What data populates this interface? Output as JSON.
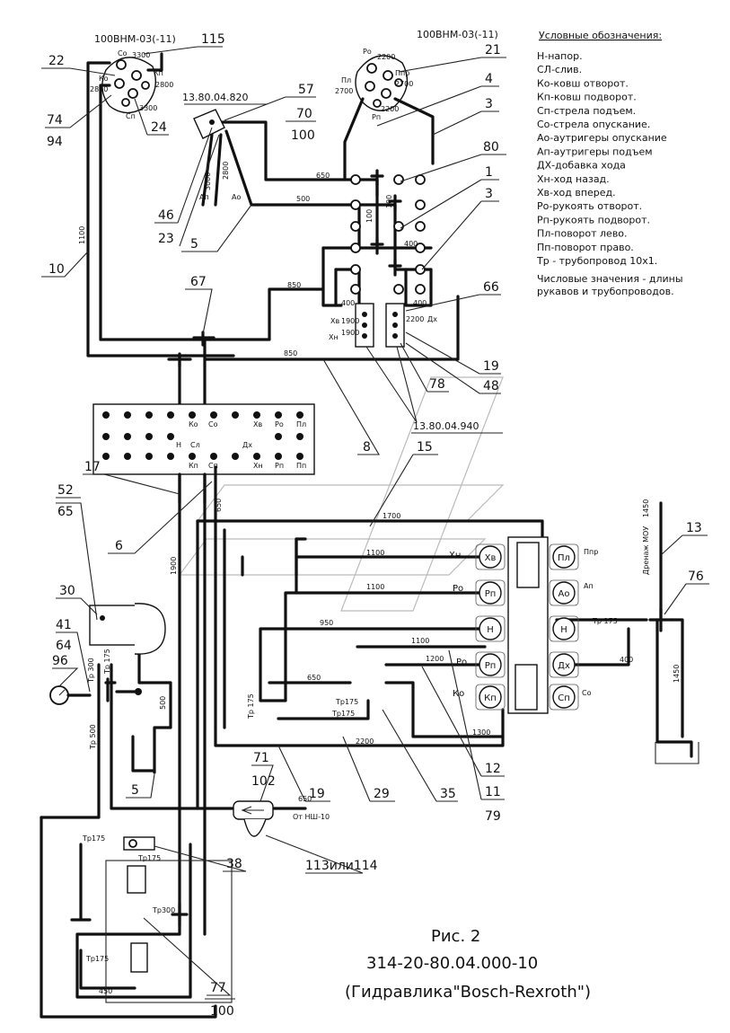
{
  "legend": {
    "title": "Условные обозначения:",
    "items": [
      "Н-напор.",
      "СЛ-слив.",
      "Ко-ковш отворот.",
      "Кп-ковш подворот.",
      "Сп-стрела подъем.",
      "Со-стрела опускание.",
      "Ао-аутригеры опускание",
      "Ап-аутригеры подъем",
      "ДХ-добавка хода",
      "Хн-ход назад.",
      "Хв-ход вперед.",
      "Ро-рукоять отворот.",
      "Рп-рукоять подворот.",
      "Пл-поворот лево.",
      "Пп-поворот право.",
      "Тр - трубопровод 10х1."
    ],
    "note": [
      "Числовые значения - длины",
      "рукавов и трубопроводов."
    ]
  },
  "caption": {
    "fig": "Рис. 2",
    "code": "314-20-80.04.000-10",
    "desc": "(Гидравлика\"Bosch-Rexroth\")"
  },
  "joysticks": {
    "left": {
      "title": "100ВНМ-03(-11)",
      "ports": [
        "Со",
        "3300",
        "Кп",
        "2800",
        "Ко",
        "2800",
        "Сп",
        "3300"
      ]
    },
    "right": {
      "title": "100ВНМ-03(-11)",
      "ports": [
        "Ро",
        "2200",
        "Ппр",
        "2700",
        "Пл",
        "2700",
        "Рп",
        "2200"
      ]
    }
  },
  "valve_label": "13.80.04.820",
  "valve_ports": [
    "Ап",
    "Ао",
    "3000",
    "2800"
  ],
  "block_label": "13.80.04.940",
  "block_ports": [
    "Хв",
    "1900",
    "Хн",
    "1900",
    "2200",
    "Дх"
  ],
  "panel": {
    "row1": [
      "Ко",
      "Со",
      "Хв",
      "Ро",
      "Пл"
    ],
    "row2": [
      "Н",
      "Сл",
      "Дх"
    ],
    "row3": [
      "Кп",
      "Сп",
      "Хн",
      "Рп",
      "Пп"
    ]
  },
  "distributor": {
    "left": [
      "Хн",
      "Хв",
      "Ро",
      "Рп",
      "Н",
      "Ро",
      "Рп",
      "Ко",
      "Кп"
    ],
    "circles_left": [
      "Хв",
      "Рп",
      "Н",
      "Рп",
      "Кп"
    ],
    "circles_right": [
      "Пл",
      "Ао",
      "Н",
      "Дх",
      "Сп"
    ],
    "right_labels": [
      "Ппр",
      "Ап",
      "Тр 175",
      "400",
      "Со"
    ]
  },
  "drain": {
    "label": "Дренаж МОУ",
    "len": "1450"
  },
  "filter_label": "От НШ-10",
  "lengths": [
    "650",
    "500",
    "100",
    "100",
    "400",
    "850",
    "400",
    "400",
    "850",
    "1100",
    "1900",
    "650",
    "1700",
    "1100",
    "1100",
    "950",
    "1100",
    "1200",
    "650",
    "Тр175",
    "Тр175",
    "1300",
    "2200",
    "650",
    "1450",
    "Тр 300",
    "Тр 175",
    "500",
    "Тр 500",
    "Тр175",
    "Тр175",
    "Тр300",
    "Тр175",
    "450",
    "Тр 175"
  ],
  "refs": {
    "r22": "22",
    "r74": "74",
    "r94": "94",
    "r115": "115",
    "r24": "24",
    "r57": "57",
    "r70": "70",
    "r100a": "100",
    "r21": "21",
    "r4": "4",
    "r3a": "3",
    "r80": "80",
    "r1": "1",
    "r3b": "3",
    "r46": "46",
    "r23": "23",
    "r5a": "5",
    "r10": "10",
    "r67": "67",
    "r66": "66",
    "r19a": "19",
    "r78": "78",
    "r48": "48",
    "r8": "8",
    "r15": "15",
    "r17": "17",
    "r52": "52",
    "r65": "65",
    "r6": "6",
    "r30": "30",
    "r41": "41",
    "r64": "64",
    "r96": "96",
    "r5b": "5",
    "r13": "13",
    "r76": "76",
    "r71": "71",
    "r102": "102",
    "r19b": "19",
    "r29": "29",
    "r35": "35",
    "r12": "12",
    "r11": "11",
    "r79": "79",
    "r113": "113или114",
    "r38": "38",
    "r77": "77",
    "r100b": "100"
  }
}
